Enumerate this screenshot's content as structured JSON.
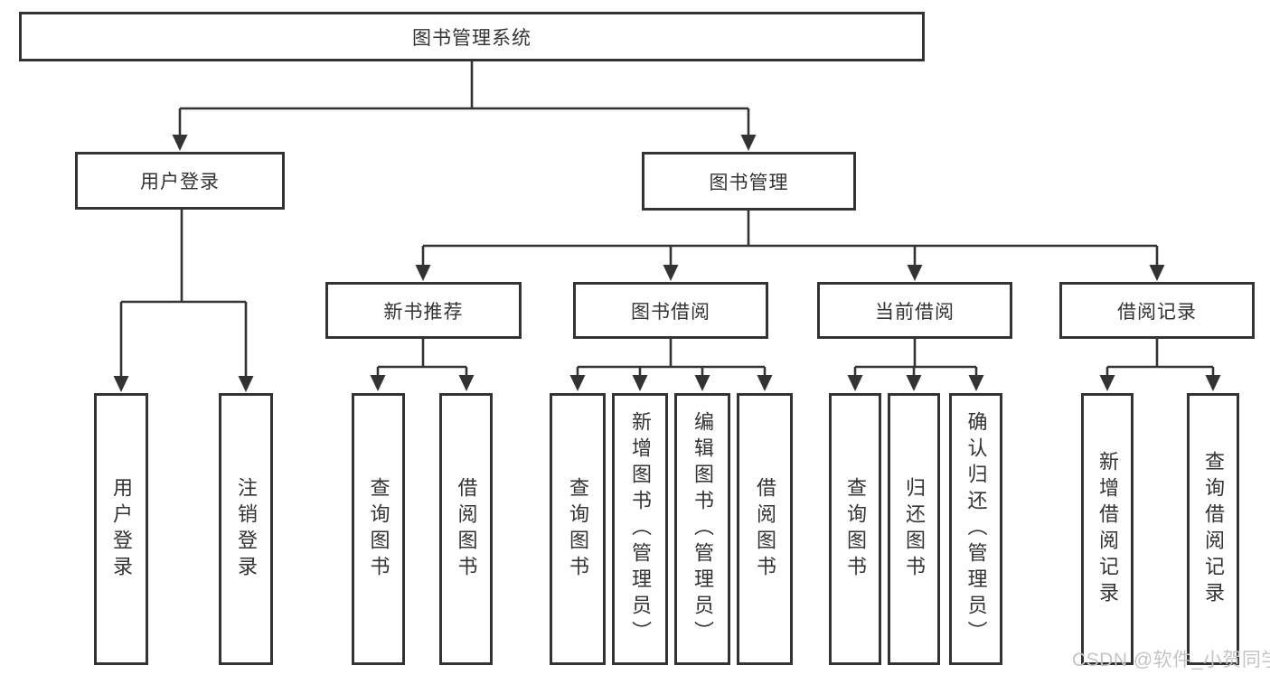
{
  "colors": {
    "line": "#333333",
    "text": "#333333",
    "background": "#ffffff",
    "watermark_text_color": "#c4c4c4"
  },
  "tree": {
    "root": "图书管理系统",
    "branches": [
      {
        "label": "用户登录",
        "leaves": [
          "用户登录",
          "注销登录"
        ]
      },
      {
        "label": "图书管理",
        "groups": [
          {
            "label": "新书推荐",
            "leaves": [
              "查询图书",
              "借阅图书"
            ]
          },
          {
            "label": "图书借阅",
            "leaves": [
              "查询图书",
              "新增图书（管理员）",
              "编辑图书（管理员）",
              "借阅图书"
            ]
          },
          {
            "label": "当前借阅",
            "leaves": [
              "查询图书",
              "归还图书",
              "确认归还（管理员）"
            ]
          },
          {
            "label": "借阅记录",
            "leaves": [
              "新增借阅记录",
              "查询借阅记录"
            ]
          }
        ]
      }
    ]
  },
  "watermark": {
    "text": "CSDN @软件_小贺同学"
  }
}
